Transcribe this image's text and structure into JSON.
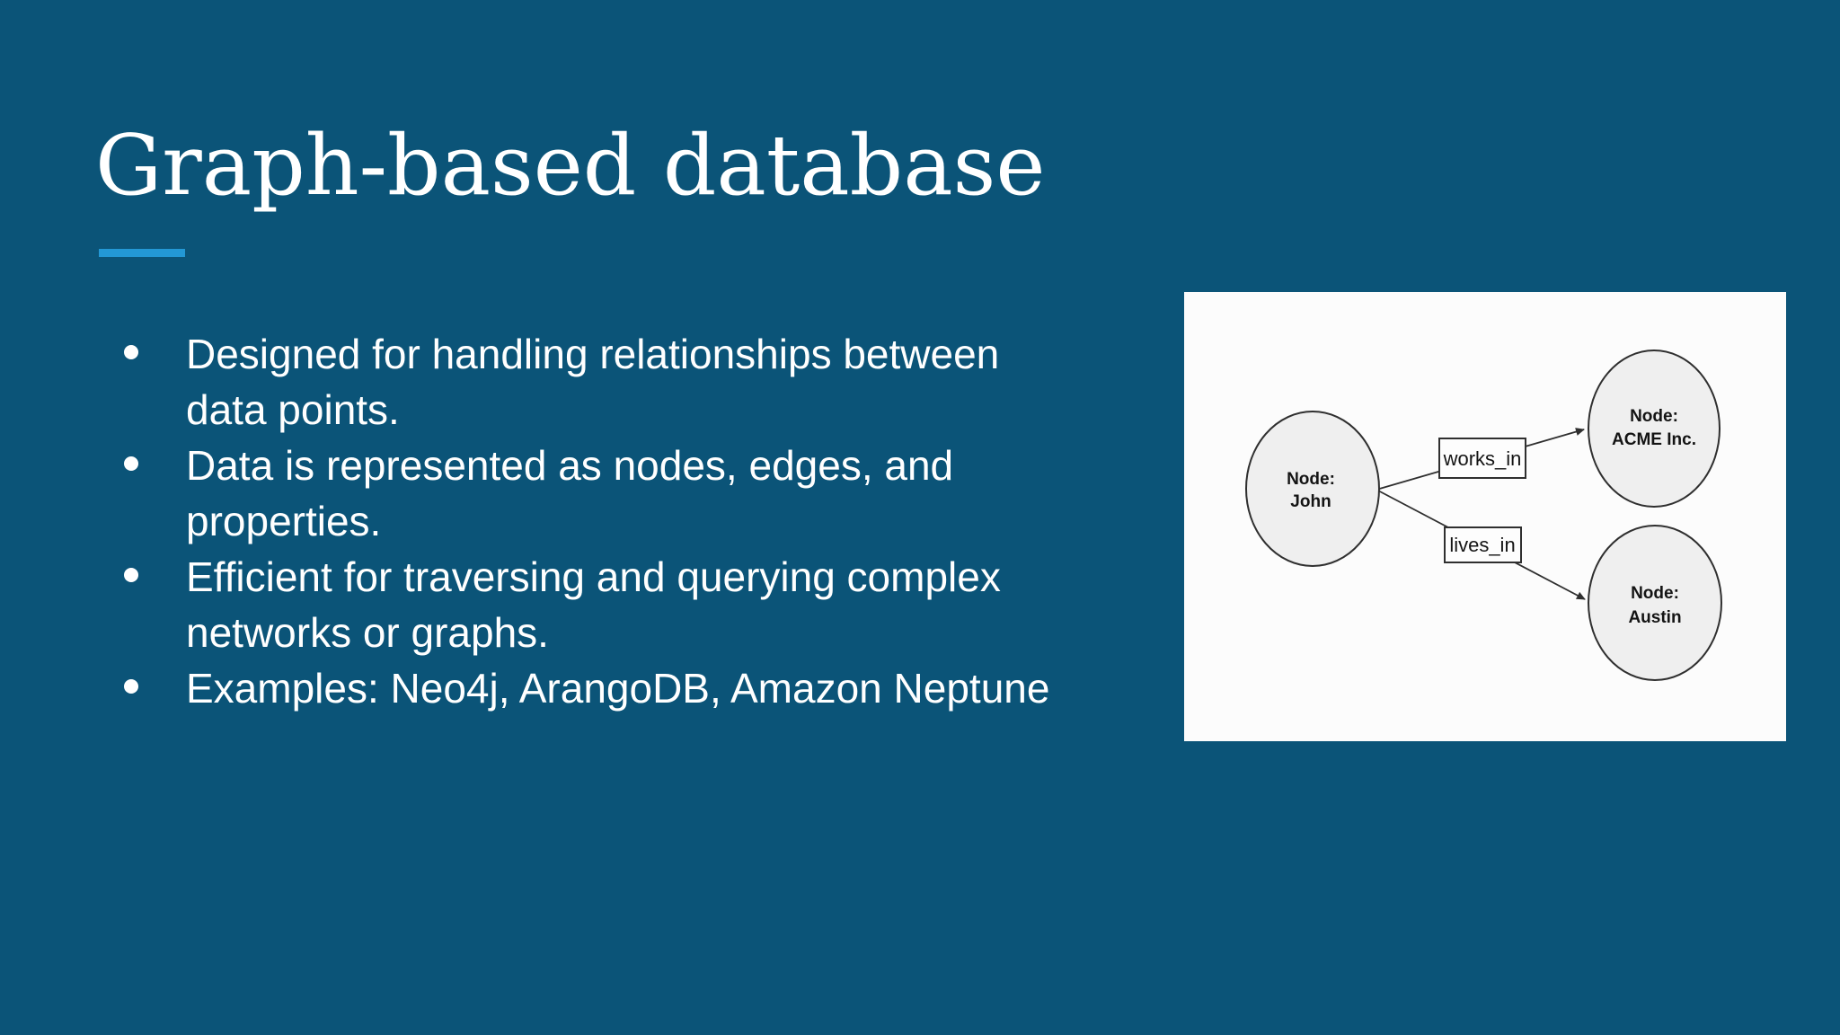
{
  "slide": {
    "title": "Graph-based database",
    "background_color": "#0b5478",
    "accent_color": "#2398d5",
    "text_color": "#ffffff",
    "bullets": [
      {
        "lines": [
          "Designed for handling relationships between",
          "data points."
        ]
      },
      {
        "lines": [
          "Data is represented as nodes, edges, and",
          "properties."
        ]
      },
      {
        "lines": [
          "Efficient for traversing and querying complex",
          "networks or graphs."
        ]
      },
      {
        "lines": [
          "Examples: Neo4j, ArangoDB, Amazon Neptune"
        ]
      }
    ]
  },
  "diagram": {
    "background_color": "#fcfcfc",
    "node_fill_color": "#efefef",
    "stroke_color": "#2f2f2f",
    "nodes": [
      {
        "prefix": "Node:",
        "name": "John"
      },
      {
        "prefix": "Node:",
        "name": "ACME Inc."
      },
      {
        "prefix": "Node:",
        "name": "Austin"
      }
    ],
    "edges": [
      {
        "label": "works_in",
        "from": "John",
        "to": "ACME Inc."
      },
      {
        "label": "lives_in",
        "from": "John",
        "to": "Austin"
      }
    ]
  }
}
